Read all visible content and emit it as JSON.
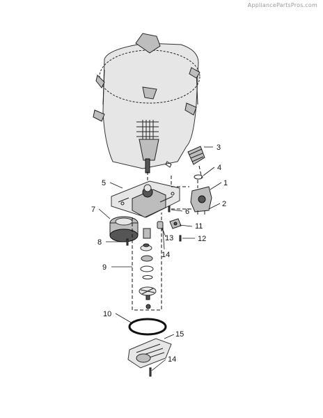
{
  "watermark": "AppliancePartsPros.com",
  "callouts": [
    {
      "id": "c1",
      "label": "1"
    },
    {
      "id": "c2",
      "label": "2"
    },
    {
      "id": "c3",
      "label": "3"
    },
    {
      "id": "c4",
      "label": "4"
    },
    {
      "id": "c5",
      "label": "5"
    },
    {
      "id": "c6",
      "label": "6"
    },
    {
      "id": "c7",
      "label": "7"
    },
    {
      "id": "c8",
      "label": "8"
    },
    {
      "id": "c9",
      "label": "9"
    },
    {
      "id": "c10",
      "label": "10"
    },
    {
      "id": "c11",
      "label": "11"
    },
    {
      "id": "c12",
      "label": "12"
    },
    {
      "id": "c13",
      "label": "13"
    },
    {
      "id": "c14a",
      "label": "14"
    },
    {
      "id": "c14b",
      "label": "14"
    },
    {
      "id": "c15",
      "label": "15"
    }
  ]
}
